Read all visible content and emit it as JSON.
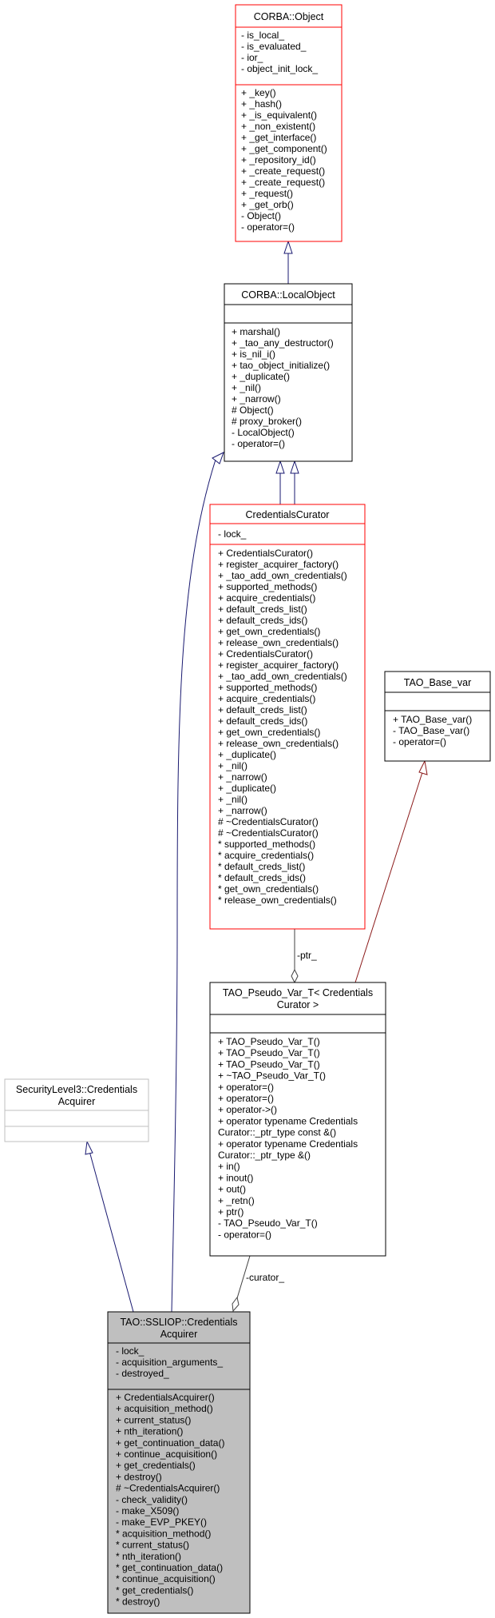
{
  "colors": {
    "inheritance_edge": "#191970",
    "template_edge": "#8b1a1a",
    "usage_edge": "#404040",
    "red_border": "#ff0000",
    "black_border": "#000000",
    "gray_border": "#bfbfbf",
    "focus_fill": "#bfbfbf",
    "node_fill": "#ffffff"
  },
  "nodes": {
    "corba_object": {
      "title": [
        "CORBA::Object"
      ],
      "attributes": [
        "- is_local_",
        "- is_evaluated_",
        "- ior_",
        "- object_init_lock_"
      ],
      "methods": [
        "+ _key()",
        "+ _hash()",
        "+ _is_equivalent()",
        "+ _non_existent()",
        "+ _get_interface()",
        "+ _get_component()",
        "+ _repository_id()",
        "+ _create_request()",
        "+ _create_request()",
        "+ _request()",
        "+ _get_orb()",
        "- Object()",
        "- operator=()"
      ]
    },
    "local_object": {
      "title": [
        "CORBA::LocalObject"
      ],
      "attributes": [],
      "methods": [
        "+ marshal()",
        "+ _tao_any_destructor()",
        "+ is_nil_i()",
        "+ tao_object_initialize()",
        "+ _duplicate()",
        "+ _nil()",
        "+ _narrow()",
        "# Object()",
        "# proxy_broker()",
        "- LocalObject()",
        "- operator=()"
      ]
    },
    "credentials_curator": {
      "title": [
        "CredentialsCurator"
      ],
      "attributes": [
        "- lock_"
      ],
      "methods": [
        "+ CredentialsCurator()",
        "+ register_acquirer_factory()",
        "+ _tao_add_own_credentials()",
        "+ supported_methods()",
        "+ acquire_credentials()",
        "+ default_creds_list()",
        "+ default_creds_ids()",
        "+ get_own_credentials()",
        "+ release_own_credentials()",
        "+ CredentialsCurator()",
        "+ register_acquirer_factory()",
        "+ _tao_add_own_credentials()",
        "+ supported_methods()",
        "+ acquire_credentials()",
        "+ default_creds_list()",
        "+ default_creds_ids()",
        "+ get_own_credentials()",
        "+ release_own_credentials()",
        "+ _duplicate()",
        "+ _nil()",
        "+ _narrow()",
        "+ _duplicate()",
        "+ _nil()",
        "+ _narrow()",
        "# ~CredentialsCurator()",
        "# ~CredentialsCurator()",
        "* supported_methods()",
        "* acquire_credentials()",
        "* default_creds_list()",
        "* default_creds_ids()",
        "* get_own_credentials()",
        "* release_own_credentials()"
      ]
    },
    "tao_base_var": {
      "title": [
        "TAO_Base_var"
      ],
      "attributes": [],
      "methods": [
        "+ TAO_Base_var()",
        "- TAO_Base_var()",
        "- operator=()"
      ]
    },
    "pseudo_var": {
      "title": [
        "TAO_Pseudo_Var_T< Credentials",
        "Curator >"
      ],
      "attributes": [],
      "methods": [
        "+ TAO_Pseudo_Var_T()",
        "+ TAO_Pseudo_Var_T()",
        "+ TAO_Pseudo_Var_T()",
        "+ ~TAO_Pseudo_Var_T()",
        "+ operator=()",
        "+ operator=()",
        "+ operator->()",
        "+ operator typename Credentials",
        "Curator::_ptr_type const &()",
        "+ operator typename Credentials",
        "Curator::_ptr_type &()",
        "+ in()",
        "+ inout()",
        "+ out()",
        "+ _retn()",
        "+ ptr()",
        "- TAO_Pseudo_Var_T()",
        "- operator=()"
      ]
    },
    "sec_acquirer": {
      "title": [
        "SecurityLevel3::Credentials",
        "Acquirer"
      ],
      "attributes": [],
      "methods": []
    },
    "ssliop_acquirer": {
      "title": [
        "TAO::SSLIOP::Credentials",
        "Acquirer"
      ],
      "attributes": [
        "- lock_",
        "- acquisition_arguments_",
        "- destroyed_"
      ],
      "methods": [
        "+ CredentialsAcquirer()",
        "+ acquisition_method()",
        "+ current_status()",
        "+ nth_iteration()",
        "+ get_continuation_data()",
        "+ continue_acquisition()",
        "+ get_credentials()",
        "+ destroy()",
        "# ~CredentialsAcquirer()",
        "- check_validity()",
        "- make_X509()",
        "- make_EVP_PKEY()",
        "* acquisition_method()",
        "* current_status()",
        "* nth_iteration()",
        "* get_continuation_data()",
        "* continue_acquisition()",
        "* get_credentials()",
        "* destroy()"
      ]
    }
  },
  "edge_labels": {
    "ptr": "-ptr_",
    "curator": "-curator_"
  }
}
